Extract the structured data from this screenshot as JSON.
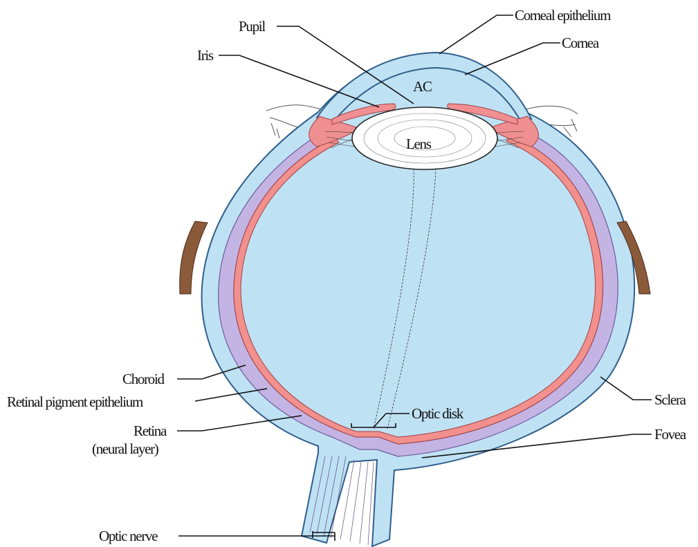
{
  "colors": {
    "sclera": "#bfe1f4",
    "sclera_edge": "#2f5f8a",
    "choroid": "#c4b4e4",
    "retina": "#f1908d",
    "iris": "#ef8f92",
    "hair": "#8a5a3b",
    "lens": "#ffffff",
    "line": "#111111"
  },
  "labels": {
    "corneal_epithelium": "Corneal epithelium",
    "cornea": "Cornea",
    "pupil": "Pupil",
    "iris": "Iris",
    "ac": "AC",
    "lens": "Lens",
    "choroid": "Choroid",
    "rpe": "Retinal pigment epithelium",
    "retina_1": "Retina",
    "retina_2": "(neural layer)",
    "optic_disk": "Optic disk",
    "sclera": "Sclera",
    "fovea": "Fovea",
    "optic_nerve": "Optic nerve"
  }
}
